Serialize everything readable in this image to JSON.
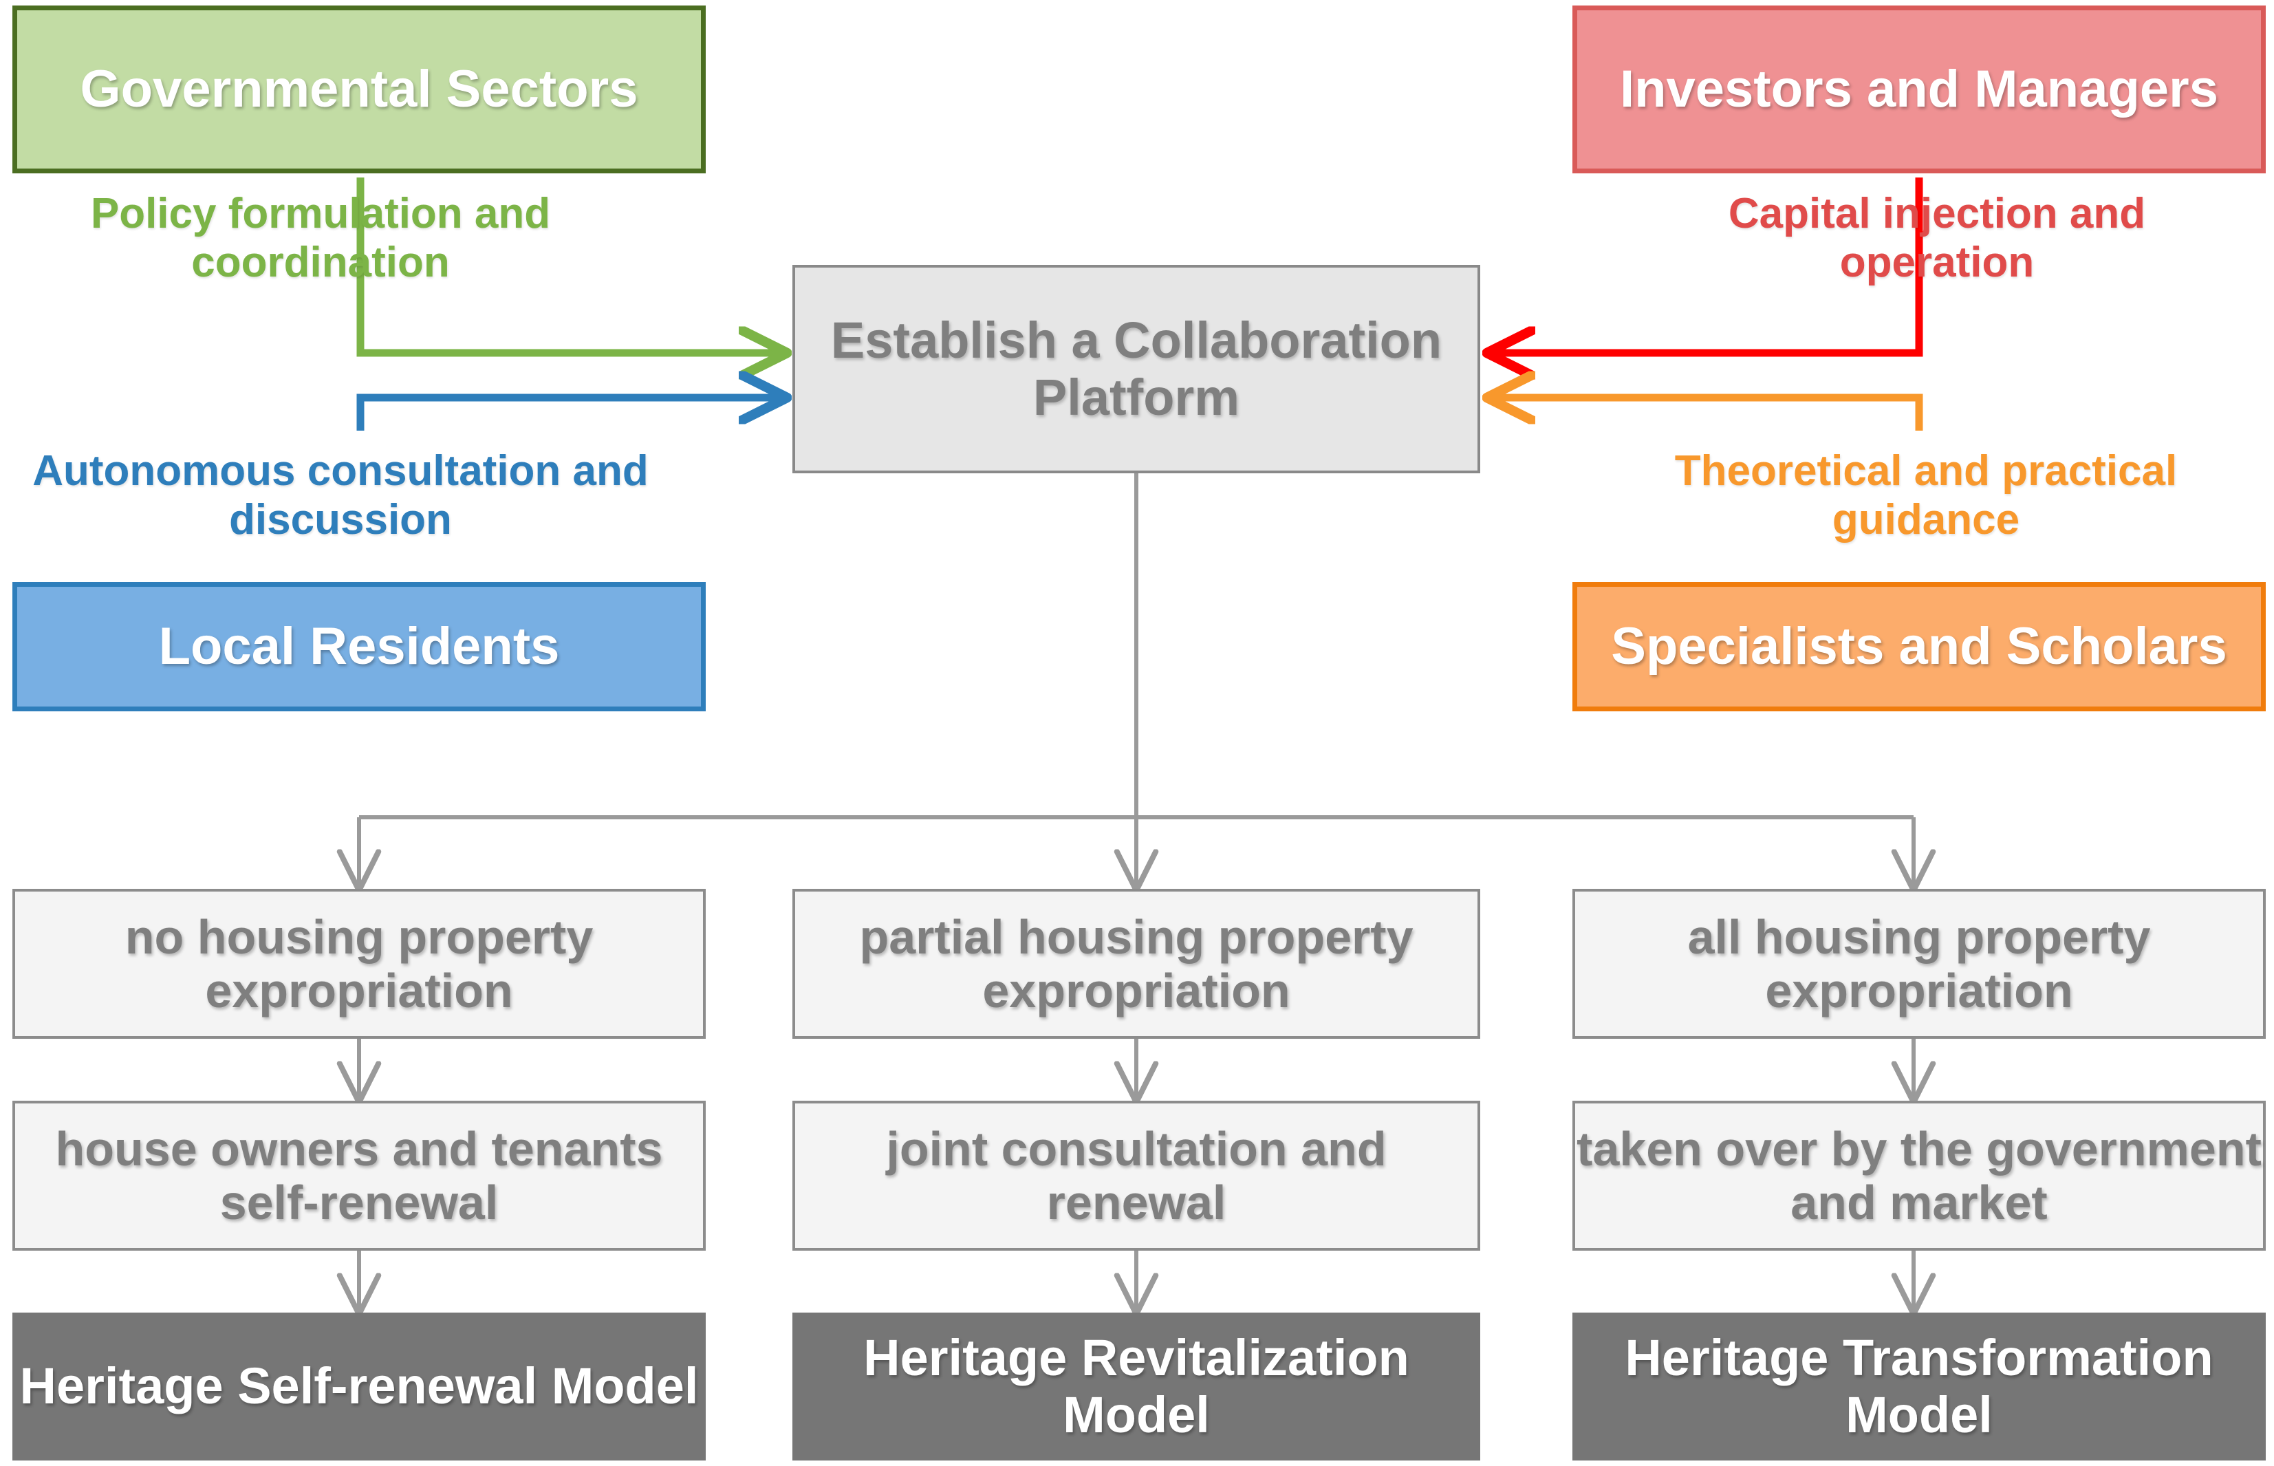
{
  "diagram": {
    "title": "Collaboration Platform and Heritage Renewal Models",
    "colors": {
      "green_fill": "#c2dca4",
      "green_border": "#4b6e21",
      "green_text": "#7cb447",
      "red_fill": "#ef9193",
      "red_border": "#d95a58",
      "red_text": "#e04b4a",
      "blue_fill": "#78afe3",
      "blue_border": "#2e7ebb",
      "blue_text": "#2e7ebb",
      "orange_fill": "#fcac6b",
      "orange_border": "#f07c0c",
      "orange_text": "#f8982c",
      "hub_fill": "#e6e6e6",
      "hub_border": "#898989",
      "flow_fill": "#f4f4f4",
      "flow_border": "#8c8c8c",
      "model_fill": "#767676",
      "connector_gray": "#9a9a9a"
    }
  },
  "stakeholders": {
    "governmental": {
      "label": "Governmental Sectors",
      "caption": "Policy formulation and coordination"
    },
    "investors": {
      "label": "Investors and Managers",
      "caption": "Capital injection and operation"
    },
    "residents": {
      "label": "Local Residents",
      "caption": "Autonomous consultation and discussion"
    },
    "specialists": {
      "label": "Specialists and Scholars",
      "caption": "Theoretical and practical guidance"
    }
  },
  "hub": {
    "label": "Establish a Collaboration Platform"
  },
  "branches": [
    {
      "condition": "no housing property expropriation",
      "process": "house owners and tenants self-renewal",
      "model": "Heritage Self-renewal Model"
    },
    {
      "condition": "partial housing property expropriation",
      "process": "joint consultation and renewal",
      "model": "Heritage Revitalization Model"
    },
    {
      "condition": "all housing property expropriation",
      "process": "taken over by the government and market",
      "model": "Heritage Transformation Model"
    }
  ],
  "icons": {
    "arrow_green": "arrow-right-icon",
    "arrow_blue": "arrow-right-icon",
    "arrow_red": "arrow-left-icon",
    "arrow_orange": "arrow-left-icon",
    "arrow_down": "arrow-down-icon"
  }
}
